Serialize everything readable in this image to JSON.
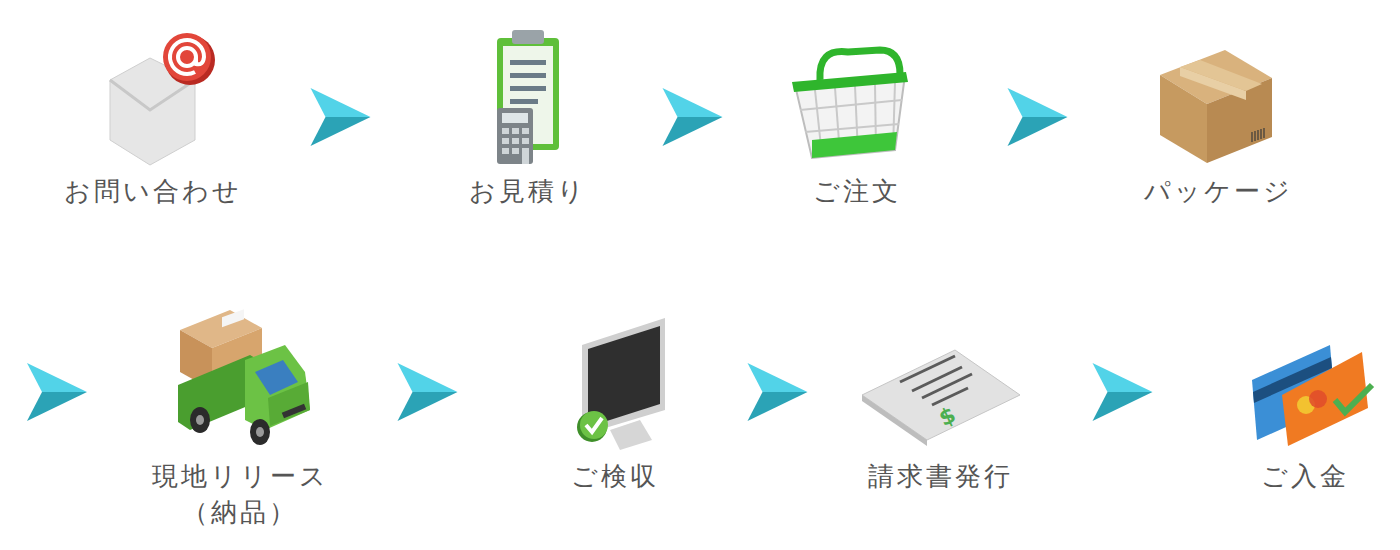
{
  "diagram": {
    "nodes": [
      {
        "text": [
          "お問い合わせ"
        ]
      },
      {
        "text": [
          "お見積り"
        ]
      },
      {
        "text": [
          "ご注文"
        ]
      },
      {
        "text": [
          "パッケージ"
        ]
      },
      {
        "text": [
          "現地リリース （納品）"
        ]
      },
      {
        "text": [
          "ご検収"
        ]
      },
      {
        "text": [
          "請求書発行"
        ]
      },
      {
        "text": [
          "ご入金"
        ]
      }
    ],
    "edges": [
      {
        "from": 0,
        "to": 1,
        "arrow": "to"
      },
      {
        "from": 1,
        "to": 2,
        "arrow": "to"
      },
      {
        "from": 2,
        "to": 3,
        "arrow": "to"
      },
      {
        "from": 3,
        "to": 4,
        "arrow": "to"
      },
      {
        "from": 4,
        "to": 5,
        "arrow": "to"
      },
      {
        "from": 5,
        "to": 6,
        "arrow": "to"
      },
      {
        "from": 6,
        "to": 7,
        "arrow": "to"
      }
    ]
  }
}
